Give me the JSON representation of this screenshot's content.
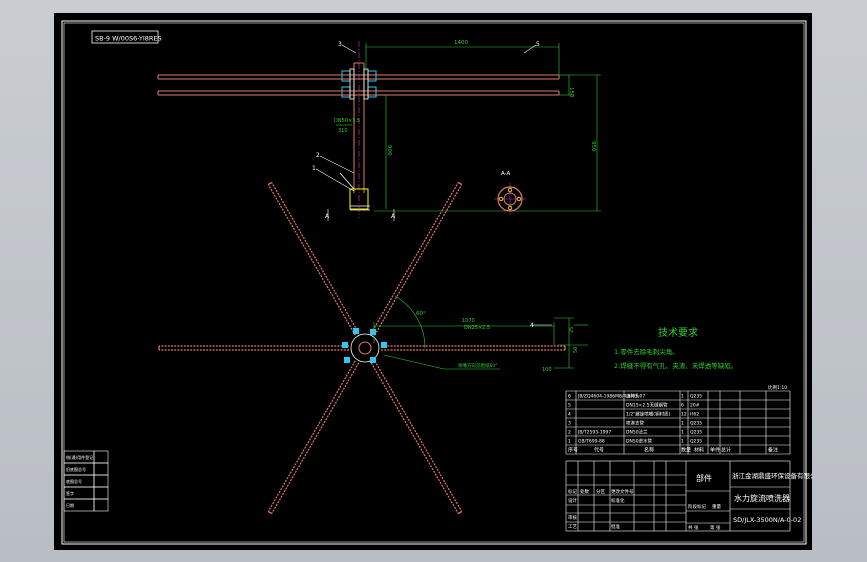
{
  "title_block_code_top": "SB-9 W/00S6-YI8RES",
  "callouts": {
    "c3": "3",
    "c2": "2",
    "c1": "1",
    "c5": "5",
    "c4": "4",
    "a_left": "A",
    "a_right": "A",
    "b": "4"
  },
  "dims": {
    "top_len": "1400",
    "right_h1": "150",
    "right_h2": "950",
    "mid_v": "900",
    "mid_lbl": "DN50×3.5",
    "mid_lbl2": "310",
    "bottom_len": "1070",
    "bottom_note": "DN25×2.5",
    "angle": "60°",
    "small1": "25",
    "small2": "50",
    "small3": "100"
  },
  "section_label": "A-A",
  "note_label": "喷嘴方向见图纸60°",
  "tech": {
    "title": "技术要求",
    "line1": "1.零件去除毛刺尖角。",
    "line2": "2.焊缝不得有气孔、夹渣、未焊透等缺陷。"
  },
  "bom": [
    {
      "no": "6",
      "code": "JB/ZQ4604-1986M8/4.8-01-07",
      "name": "旋转头",
      "qty": "1",
      "mat": "Q235"
    },
    {
      "no": "5",
      "code": "",
      "name": "DN15×2.5无缝钢管",
      "qty": "6",
      "mat": "20#"
    },
    {
      "no": "4",
      "code": "",
      "name": "1/2\"螺旋喷嘴(铜材质)",
      "qty": "12",
      "mat": "H62"
    },
    {
      "no": "3",
      "code": "",
      "name": "喷淋支管",
      "qty": "1",
      "mat": "Q235"
    },
    {
      "no": "2",
      "code": "JB/T2593-1997",
      "name": "DN50法兰",
      "qty": "1",
      "mat": "Q235"
    },
    {
      "no": "1",
      "code": "GB/T699-88",
      "name": "DN50进水管",
      "qty": "1",
      "mat": "Q235"
    }
  ],
  "bom_header": {
    "no": "序号",
    "code": "代号",
    "name": "名称",
    "qty": "数量",
    "mat": "材料",
    "unit_w": "单件",
    "total_w": "总计",
    "weight": "重量",
    "note": "备注",
    "ratio": "比例1:10"
  },
  "title_block": {
    "parts": "部件",
    "company": "浙江金湖鼎盛环保设备有限公司",
    "product": "水力旋流喷洗器",
    "drawing_no": "SD/JLX-3500N/A-0-02",
    "design": "设计",
    "check": "审核",
    "approve": "批准",
    "process": "工艺",
    "std": "标准化",
    "date": "日期",
    "stage": "阶段标记",
    "weight": "重量",
    "scale": "比例",
    "sheets": "共 张",
    "sheet": "第 张",
    "mark": "标记",
    "count": "处数",
    "zone": "分区",
    "change": "更改文件号",
    "sign": "签名"
  },
  "left_block": [
    "借(通)用件登记",
    "旧底图总号",
    "底图总号",
    "签字",
    "日期"
  ],
  "colors": {
    "frame": "#ffffff",
    "pipe": "#e07a6a",
    "dim": "#2fd02f",
    "part": "#ffff00",
    "cyan": "#30c8f0",
    "magenta": "#ff40ff",
    "tech": "#2fd02f"
  }
}
